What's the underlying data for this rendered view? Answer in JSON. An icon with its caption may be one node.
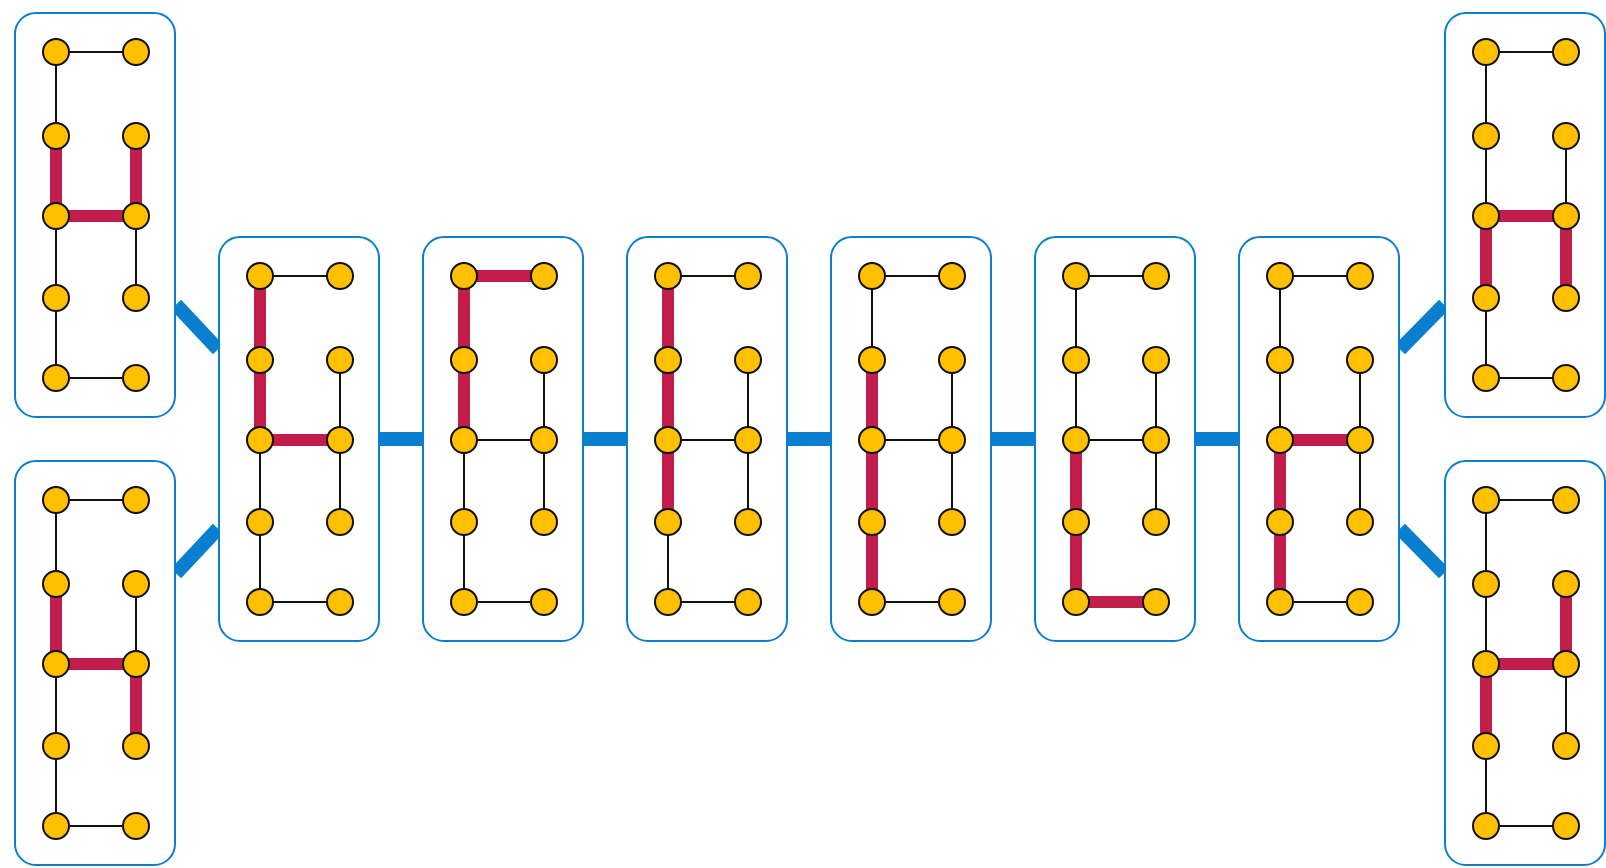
{
  "diagram": {
    "nodes": [
      {
        "text": [],
        "shape": "box"
      },
      {
        "text": [],
        "shape": "box"
      },
      {
        "text": [],
        "shape": "box"
      },
      {
        "text": [],
        "shape": "box"
      },
      {
        "text": [],
        "shape": "box"
      },
      {
        "text": [],
        "shape": "box"
      },
      {
        "text": [],
        "shape": "box"
      },
      {
        "text": [],
        "shape": "box"
      },
      {
        "text": [],
        "shape": "box"
      },
      {
        "text": [],
        "shape": "box"
      }
    ],
    "edges": [
      {
        "from": 0,
        "to": 2,
        "arrow": "none"
      },
      {
        "from": 1,
        "to": 2,
        "arrow": "none"
      },
      {
        "from": 2,
        "to": 3,
        "arrow": "none"
      },
      {
        "from": 3,
        "to": 4,
        "arrow": "none"
      },
      {
        "from": 4,
        "to": 5,
        "arrow": "none"
      },
      {
        "from": 5,
        "to": 6,
        "arrow": "none"
      },
      {
        "from": 6,
        "to": 7,
        "arrow": "none"
      },
      {
        "from": 7,
        "to": 8,
        "arrow": "none"
      },
      {
        "from": 7,
        "to": 9,
        "arrow": "none"
      }
    ]
  }
}
